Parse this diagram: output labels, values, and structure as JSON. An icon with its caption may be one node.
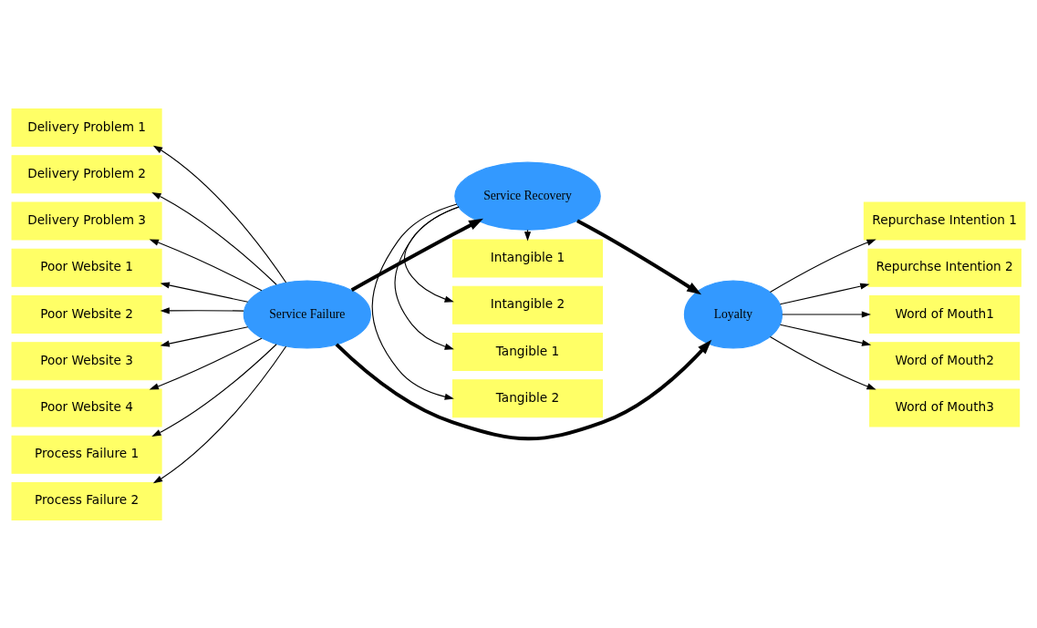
{
  "diagram": {
    "nodes": [
      {
        "text": [
          "Intangible 1"
        ]
      },
      {
        "text": [
          "Intangible 2"
        ]
      },
      {
        "text": [
          "Tangible 1"
        ]
      },
      {
        "text": [
          "Tangible 2"
        ]
      },
      {
        "text": [
          "Service Recovery"
        ]
      },
      {
        "text": [
          "Delivery Problem 1"
        ]
      },
      {
        "text": [
          "Delivery Problem 2"
        ]
      },
      {
        "text": [
          "Delivery Problem 3"
        ]
      },
      {
        "text": [
          "Poor Website 1"
        ]
      },
      {
        "text": [
          "Poor Website 2"
        ]
      },
      {
        "text": [
          "Poor Website 3"
        ]
      },
      {
        "text": [
          "Poor Website 4"
        ]
      },
      {
        "text": [
          "Process Failure 1"
        ]
      },
      {
        "text": [
          "Process Failure 2"
        ]
      },
      {
        "text": [
          "Service Failure"
        ]
      },
      {
        "text": [
          "Loyalty"
        ]
      },
      {
        "text": [
          "Repurchase Intention 1"
        ]
      },
      {
        "text": [
          "Repurchse Intention 2"
        ]
      },
      {
        "text": [
          "Word of Mouth1"
        ]
      },
      {
        "text": [
          "Word of Mouth2"
        ]
      },
      {
        "text": [
          "Word of Mouth3"
        ]
      }
    ],
    "edges": [
      {
        "from": 4,
        "to": 0,
        "arrow": "to"
      },
      {
        "from": 4,
        "to": 1,
        "arrow": "to"
      },
      {
        "from": 4,
        "to": 2,
        "arrow": "to"
      },
      {
        "from": 4,
        "to": 3,
        "arrow": "to"
      },
      {
        "from": 14,
        "to": 5,
        "arrow": "to"
      },
      {
        "from": 14,
        "to": 6,
        "arrow": "to"
      },
      {
        "from": 14,
        "to": 7,
        "arrow": "to"
      },
      {
        "from": 14,
        "to": 8,
        "arrow": "to"
      },
      {
        "from": 14,
        "to": 9,
        "arrow": "to"
      },
      {
        "from": 14,
        "to": 10,
        "arrow": "to"
      },
      {
        "from": 14,
        "to": 11,
        "arrow": "to"
      },
      {
        "from": 14,
        "to": 12,
        "arrow": "to"
      },
      {
        "from": 14,
        "to": 13,
        "arrow": "to"
      },
      {
        "from": 14,
        "to": 4,
        "arrow": "to",
        "style": "thick"
      },
      {
        "from": 4,
        "to": 15,
        "arrow": "to",
        "style": "thick"
      },
      {
        "from": 14,
        "to": 15,
        "arrow": "to",
        "style": "thick"
      },
      {
        "from": 15,
        "to": 16,
        "arrow": "to"
      },
      {
        "from": 15,
        "to": 17,
        "arrow": "to"
      },
      {
        "from": 15,
        "to": 18,
        "arrow": "to"
      },
      {
        "from": 15,
        "to": 19,
        "arrow": "to"
      },
      {
        "from": 15,
        "to": 20,
        "arrow": "to"
      }
    ]
  }
}
